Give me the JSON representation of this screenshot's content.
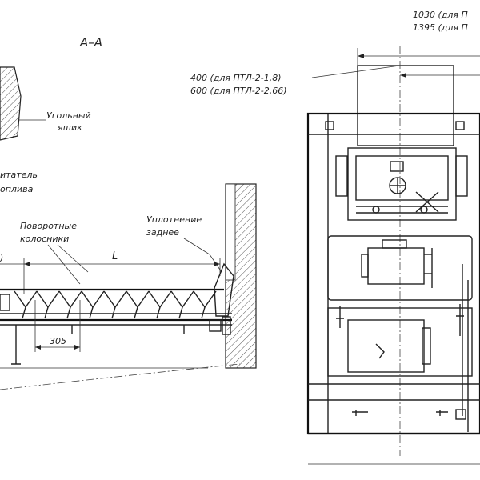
{
  "section_title": "А–А",
  "labels": {
    "coal_box_line1": "Угольный",
    "coal_box_line2": "ящик",
    "feeder_line1": "итатель",
    "feeder_line2": "оплива",
    "grates_line1": "Поворотные",
    "grates_line2": "колосники",
    "seal_line1": "Уплотнение",
    "seal_line2": "заднее",
    "length_mark": "L",
    "pitch_dimension": "305",
    "width_a_line1": "400 (для ПТЛ-2-1,8)",
    "width_a_line2": "600 (для ПТЛ-2-2,66)",
    "width_b_line1": "1030 (для П",
    "width_b_line2": "1395 (для П"
  }
}
